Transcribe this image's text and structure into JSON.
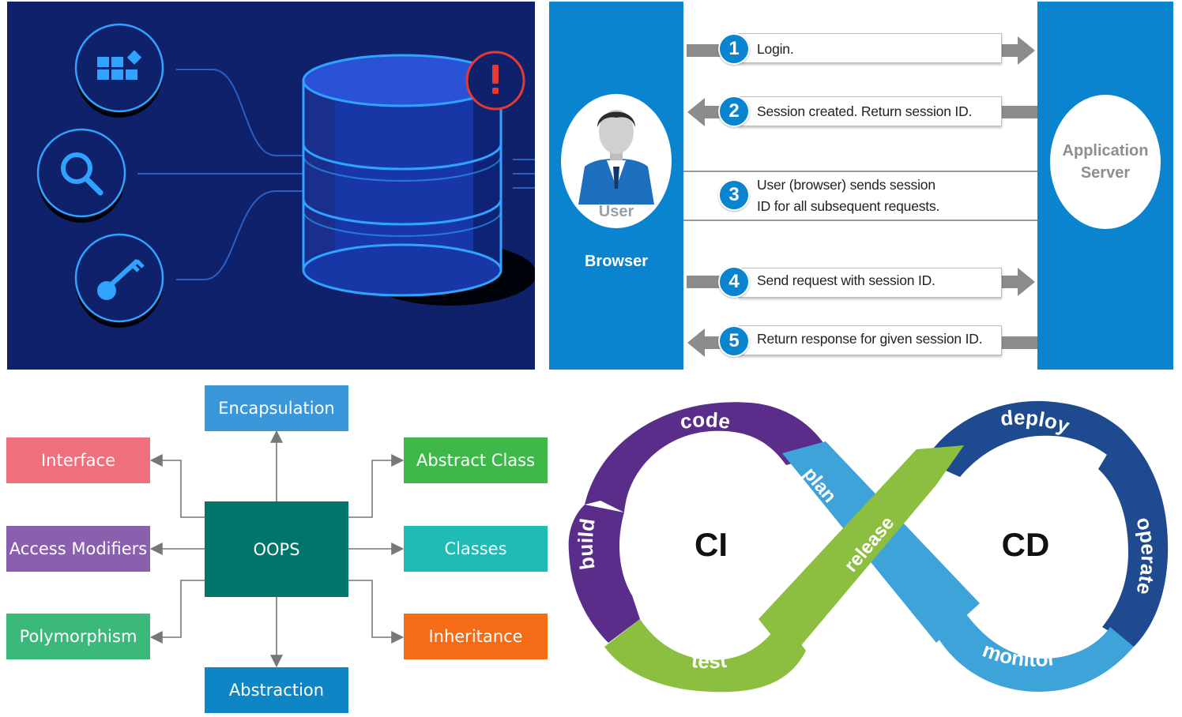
{
  "database_panel": {
    "alert_symbol": "!",
    "icons": [
      "grid-apps-icon",
      "search-icon",
      "key-icon"
    ],
    "colors": {
      "background": "#10216b",
      "accent": "#2fa3ff",
      "alert": "#e53935"
    }
  },
  "session_panel": {
    "browser_label": "Browser",
    "user_label": "User",
    "server_label_line1": "Application",
    "server_label_line2": "Server",
    "steps": [
      {
        "num": "1",
        "text": "Login."
      },
      {
        "num": "2",
        "text": "Session created. Return session ID."
      },
      {
        "num": "3",
        "line1": "User (browser) sends session",
        "line2": "ID for all subsequent requests."
      },
      {
        "num": "4",
        "text": "Send request with session ID."
      },
      {
        "num": "5",
        "text": "Return response for given session ID."
      }
    ],
    "colors": {
      "column": "#0a84cf",
      "arrow": "#8c8c8c"
    }
  },
  "oops_panel": {
    "center": "OOPS",
    "top": "Encapsulation",
    "bottom": "Abstraction",
    "left": [
      "Interface",
      "Access Modifiers",
      "Polymorphism"
    ],
    "right": [
      "Abstract Class",
      "Classes",
      "Inheritance"
    ],
    "colors": {
      "center": "#00766a",
      "encapsulation": "#3a97d9",
      "abstraction": "#0e86c6",
      "interface": "#ef6f7c",
      "access_modifiers": "#8a5fad",
      "polymorphism": "#3bb97a",
      "abstract_class": "#3fb84a",
      "classes": "#1fbcb6",
      "inheritance": "#f56b16"
    }
  },
  "cicd_panel": {
    "ci_label": "CI",
    "cd_label": "CD",
    "segments": [
      "code",
      "build",
      "test",
      "plan",
      "release",
      "deploy",
      "operate",
      "monitor"
    ],
    "colors": {
      "purple": "#5a2d8a",
      "green": "#8cbf3f",
      "light_blue": "#3ea3d8",
      "dark_blue": "#1e4a8f"
    }
  }
}
